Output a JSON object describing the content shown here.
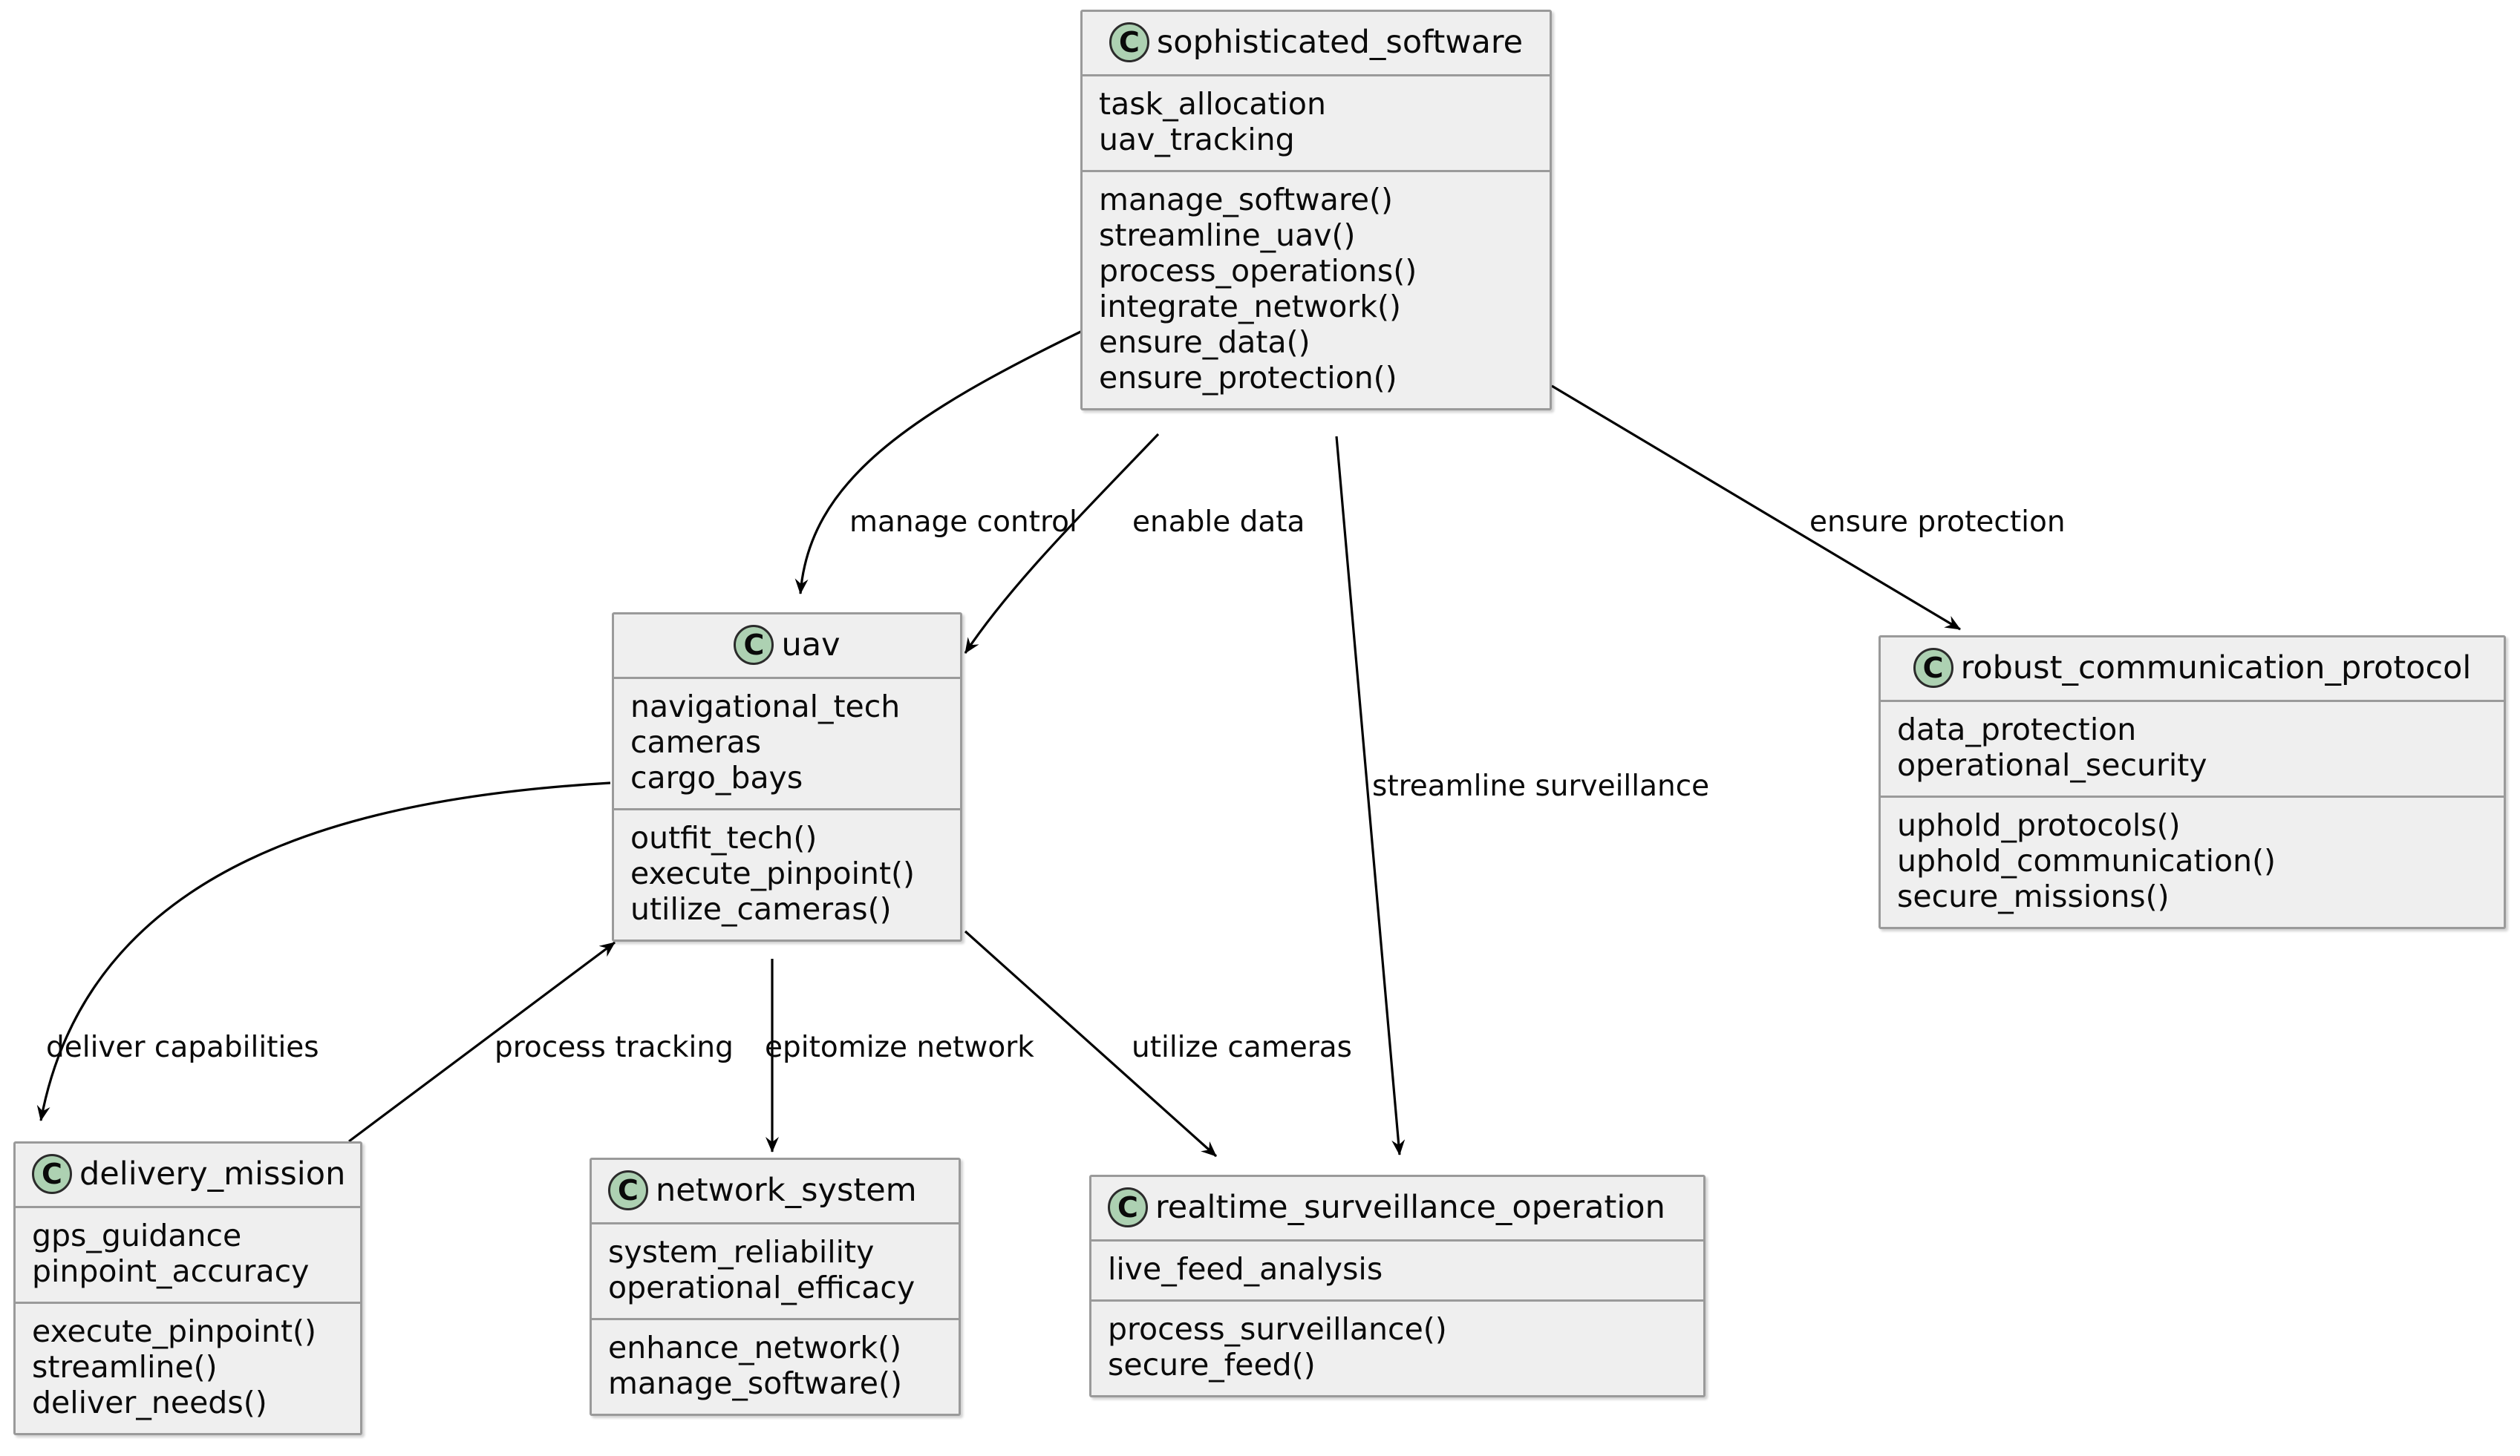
{
  "diagram": {
    "type": "uml-class-diagram",
    "background_color": "#FFFFFF",
    "class_fill_color": "#EFEFEF",
    "class_border_color": "#9A9A9A",
    "icon_fill_color": "#ADD1B2",
    "icon_letter": "C",
    "edge_color": "#000000"
  },
  "classes": [
    {
      "id": "sophisticated_software",
      "name": "sophisticated_software",
      "icon": "class-icon",
      "attributes": [
        "task_allocation",
        "uav_tracking"
      ],
      "methods": [
        "manage_software()",
        "streamline_uav()",
        "process_operations()",
        "integrate_network()",
        "ensure_data()",
        "ensure_protection()"
      ]
    },
    {
      "id": "uav",
      "name": "uav",
      "icon": "class-icon",
      "attributes": [
        "navigational_tech",
        "cameras",
        "cargo_bays"
      ],
      "methods": [
        "outfit_tech()",
        "execute_pinpoint()",
        "utilize_cameras()"
      ]
    },
    {
      "id": "robust_communication_protocol",
      "name": "robust_communication_protocol",
      "icon": "class-icon",
      "attributes": [
        "data_protection",
        "operational_security"
      ],
      "methods": [
        "uphold_protocols()",
        "uphold_communication()",
        "secure_missions()"
      ]
    },
    {
      "id": "delivery_mission",
      "name": "delivery_mission",
      "icon": "class-icon",
      "attributes": [
        "gps_guidance",
        "pinpoint_accuracy"
      ],
      "methods": [
        "execute_pinpoint()",
        "streamline()",
        "deliver_needs()"
      ]
    },
    {
      "id": "network_system",
      "name": "network_system",
      "icon": "class-icon",
      "attributes": [
        "system_reliability",
        "operational_efficacy"
      ],
      "methods": [
        "enhance_network()",
        "manage_software()"
      ]
    },
    {
      "id": "realtime_surveillance_operation",
      "name": "realtime_surveillance_operation",
      "icon": "class-icon",
      "attributes": [
        "live_feed_analysis"
      ],
      "methods": [
        "process_surveillance()",
        "secure_feed()"
      ]
    }
  ],
  "relationships": [
    {
      "from": "sophisticated_software",
      "to": "uav",
      "label": "manage control"
    },
    {
      "from": "sophisticated_software",
      "to": "uav",
      "label": "enable data"
    },
    {
      "from": "sophisticated_software",
      "to": "realtime_surveillance_operation",
      "label": "streamline surveillance"
    },
    {
      "from": "sophisticated_software",
      "to": "robust_communication_protocol",
      "label": "ensure protection"
    },
    {
      "from": "uav",
      "to": "delivery_mission",
      "label": "deliver capabilities"
    },
    {
      "from": "delivery_mission",
      "to": "uav",
      "label": "process tracking"
    },
    {
      "from": "uav",
      "to": "network_system",
      "label": "epitomize network"
    },
    {
      "from": "uav",
      "to": "realtime_surveillance_operation",
      "label": "utilize cameras"
    }
  ]
}
